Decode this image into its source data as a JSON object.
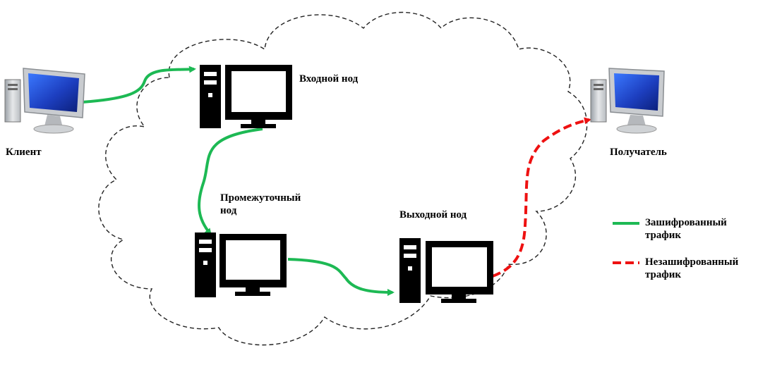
{
  "labels": {
    "client": "Клиент",
    "recipient": "Получатель",
    "entry_node": "Входной нод",
    "middle_node_line1": "Промежуточный",
    "middle_node_line2": "нод",
    "exit_node": "Выходной нод"
  },
  "legend": {
    "encrypted_line1": "Зашифрованный",
    "encrypted_line2": "трафик",
    "unencrypted_line1": "Незашифрованный",
    "unencrypted_line2": "трафик"
  },
  "colors": {
    "encrypted": "#1db954",
    "unencrypted": "#ee1111",
    "node_fill": "#000000",
    "cloud_stroke": "#222222",
    "monitor_screen": "#1f4fd8"
  },
  "icons": {
    "client": "desktop-computer-icon",
    "recipient": "desktop-computer-icon",
    "nodes": "server-tower-monitor-icon"
  }
}
